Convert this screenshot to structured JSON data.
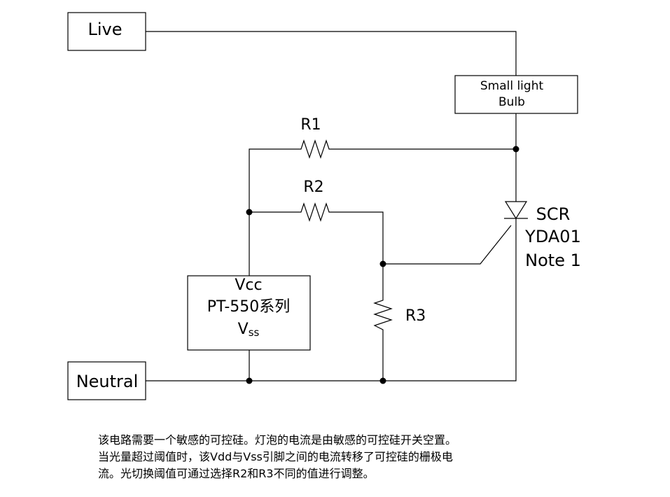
{
  "diagram": {
    "terminals": {
      "live": "Live",
      "neutral": "Neutral"
    },
    "bulb": {
      "line1": "Small light",
      "line2": "Bulb"
    },
    "resistors": {
      "r1": "R1",
      "r2": "R2",
      "r3": "R3"
    },
    "scr": {
      "line1": "SCR",
      "line2": "YDA01",
      "line3": "Note 1"
    },
    "sensor": {
      "vcc": "Vcc",
      "model": "PT-550系列",
      "vss_main": "V",
      "vss_sub": "ss"
    }
  },
  "caption": {
    "line1": "该电路需要一个敏感的可控硅。灯泡的电流是由敏感的可控硅开关空置。",
    "line2": "当光量超过阈值时，该Vdd与Vss引脚之间的电流转移了可控硅的栅极电",
    "line3": "流。光切换阈值可通过选择R2和R3不同的值进行调整。"
  }
}
